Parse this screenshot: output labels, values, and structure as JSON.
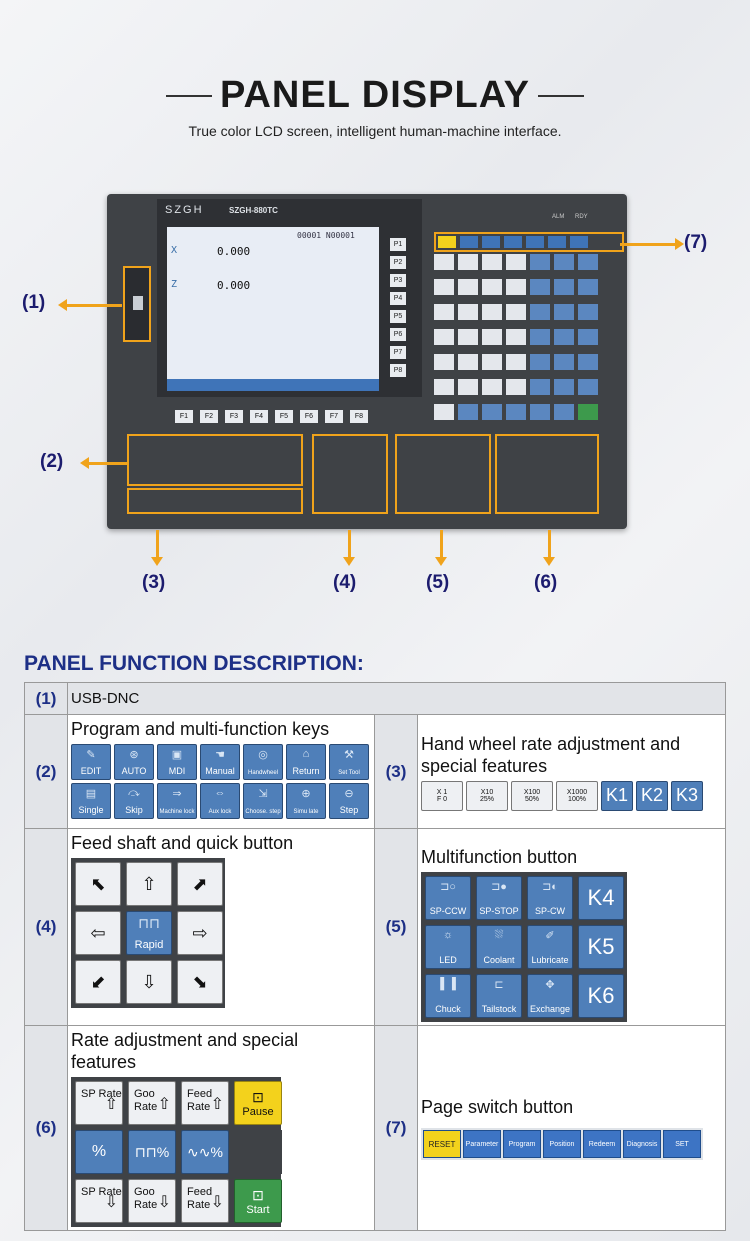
{
  "header": {
    "title": "PANEL DISPLAY",
    "subtitle": "True color LCD screen, intelligent human-machine interface."
  },
  "panel": {
    "brand": "SZGH",
    "model": "SZGH-880TC",
    "fkeys": [
      "F1",
      "F2",
      "F3",
      "F4",
      "F5",
      "F6",
      "F7",
      "F8"
    ],
    "pkeys": [
      "P1",
      "P2",
      "P3",
      "P4",
      "P5",
      "P6",
      "P7",
      "P8"
    ],
    "lcd": {
      "axis_x": "X",
      "axis_z": "Z",
      "x_val": "0.000",
      "z_val": "0.000",
      "line": "00001  N00001"
    },
    "alm": "ALM",
    "rdy": "RDY"
  },
  "callouts": [
    "(1)",
    "(2)",
    "(3)",
    "(4)",
    "(5)",
    "(6)",
    "(7)"
  ],
  "section_title": "PANEL FUNCTION DESCRIPTION:",
  "rows": {
    "r1": {
      "num": "(1)",
      "text": "USB-DNC"
    },
    "r2": {
      "num": "(2)",
      "title": "Program and multi-function keys",
      "keys": [
        "EDIT",
        "AUTO",
        "MDI",
        "Manual",
        "Handwheel",
        "Return",
        "Set Tool",
        "Single",
        "Skip",
        "Machine lock",
        "Aux lock",
        "Choose. step",
        "Simu late",
        "Step"
      ]
    },
    "r3": {
      "num": "(3)",
      "title": "Hand wheel rate adjustment and special features",
      "keys": [
        "X 1",
        "X10",
        "X100",
        "X1000"
      ],
      "subs": [
        "F 0",
        "25%",
        "50%",
        "100%"
      ],
      "kkeys": [
        "K1",
        "K2",
        "K3"
      ]
    },
    "r4": {
      "num": "(4)",
      "title": "Feed shaft and quick button",
      "rapid": "Rapid"
    },
    "r5": {
      "num": "(5)",
      "title": "Multifunction button",
      "keys": [
        "SP-CCW",
        "SP-STOP",
        "SP-CW",
        "K4",
        "LED",
        "Coolant",
        "Lubricate",
        "K5",
        "Chuck",
        "Tailstock",
        "Exchange",
        "K6"
      ]
    },
    "r6": {
      "num": "(6)",
      "title": "Rate adjustment and special features",
      "sp_rate": "SP Rate",
      "goo_rate": "Goo Rate",
      "feed_rate": "Feed Rate",
      "pause": "Pause",
      "start": "Start"
    },
    "r7": {
      "num": "(7)",
      "title": "Page switch button",
      "keys": [
        "RESET",
        "Parameter",
        "Program",
        "Position",
        "Redeem",
        "Diagnosis",
        "SET"
      ]
    }
  }
}
